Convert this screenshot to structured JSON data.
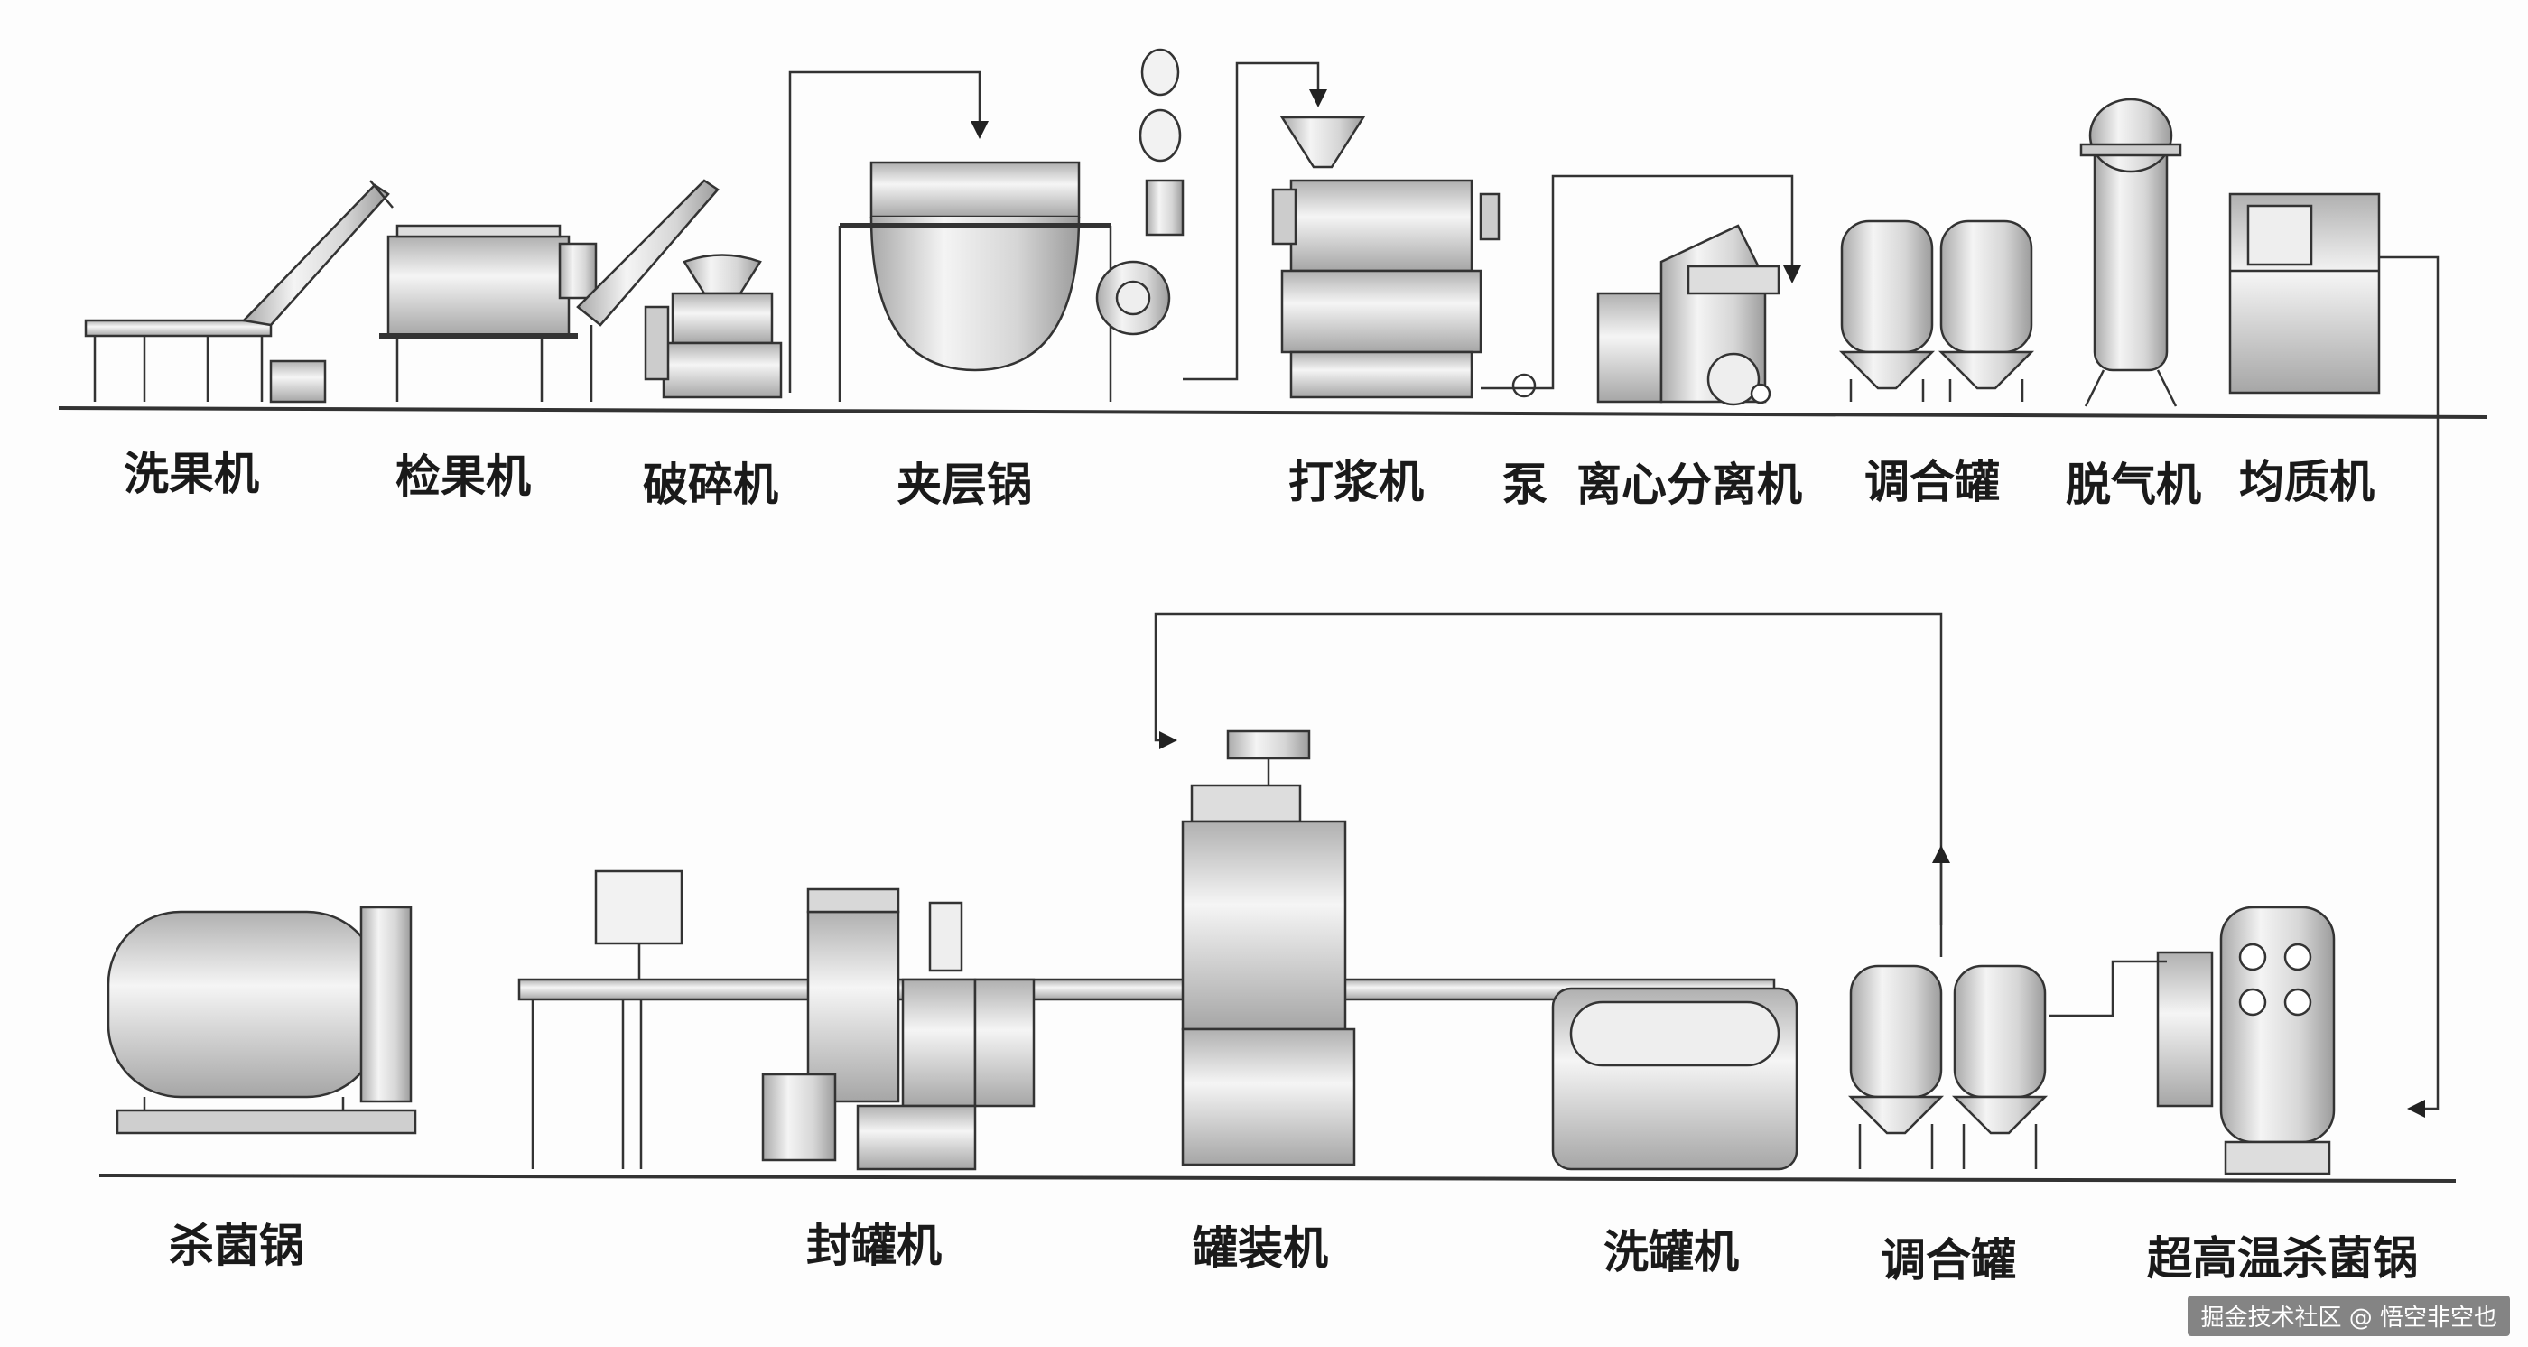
{
  "row1": {
    "washer": "洗果机",
    "inspector": "检果机",
    "crusher": "破碎机",
    "jacketed_kettle": "夹层锅",
    "pulper": "打浆机",
    "pump": "泵",
    "centrifuge": "离心分离机",
    "blending_tank": "调合罐",
    "deaerator": "脱气机",
    "homogenizer": "均质机"
  },
  "row2": {
    "sterilization_kettle": "杀菌锅",
    "can_sealer": "封罐机",
    "can_filler": "罐装机",
    "can_washer": "洗罐机",
    "blending_tank": "调合罐",
    "uht_sterilizer": "超高温杀菌锅"
  },
  "watermark": "掘金技术社区 @ 悟空非空也"
}
